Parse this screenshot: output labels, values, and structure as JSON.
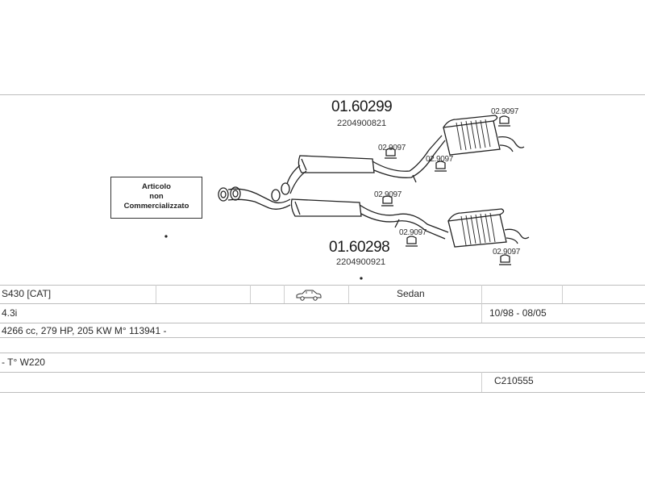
{
  "diagram": {
    "note_lines": [
      "Articolo",
      "non",
      "Commercializzato"
    ],
    "upper_part": {
      "number": "01.60299",
      "oem": "2204900821"
    },
    "lower_part": {
      "number": "01.60298",
      "oem": "2204900921"
    },
    "clamps": [
      "02.9097",
      "02.9097",
      "02.9097",
      "02.9097",
      "02.9097",
      "02.9097"
    ]
  },
  "info": {
    "model": "S430  [CAT]",
    "body_type": "Sedan",
    "car_icon": "sedan-car-icon",
    "engine": "4.3i",
    "years": "10/98 - 08/05",
    "specs": "4266 cc, 279 HP, 205 KW M° 113941 -",
    "chassis": "- T° W220",
    "code": "C210555"
  }
}
